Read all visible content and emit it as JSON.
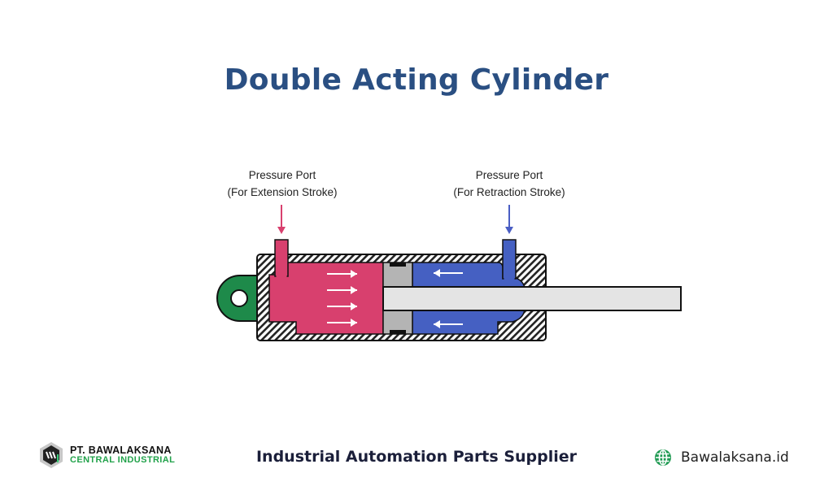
{
  "title": "Double Acting Cylinder",
  "ports": [
    {
      "line1": "Pressure Port",
      "line2": "(For Extension Stroke)",
      "color": "#d8406e"
    },
    {
      "line1": "Pressure Port",
      "line2": "(For Retraction Stroke)",
      "color": "#4a5ec4"
    }
  ],
  "colors": {
    "title": "#2a4f82",
    "extension_fluid": "#d8406e",
    "retraction_fluid": "#4560c2",
    "rod": "#e4e4e4",
    "piston": "#b4b4b4",
    "mount": "#1e8a4a",
    "accent_green": "#22a24b"
  },
  "chambers": {
    "extension": {
      "flow_direction": "right",
      "arrow_count": 4
    },
    "retraction": {
      "flow_direction": "left",
      "arrow_count": 2
    }
  },
  "footer": {
    "company_line1": "PT. BAWALAKSANA",
    "company_line2": "CENTRAL INDUSTRIAL",
    "tagline": "Industrial Automation Parts Supplier",
    "website": "Bawalaksana.id"
  }
}
